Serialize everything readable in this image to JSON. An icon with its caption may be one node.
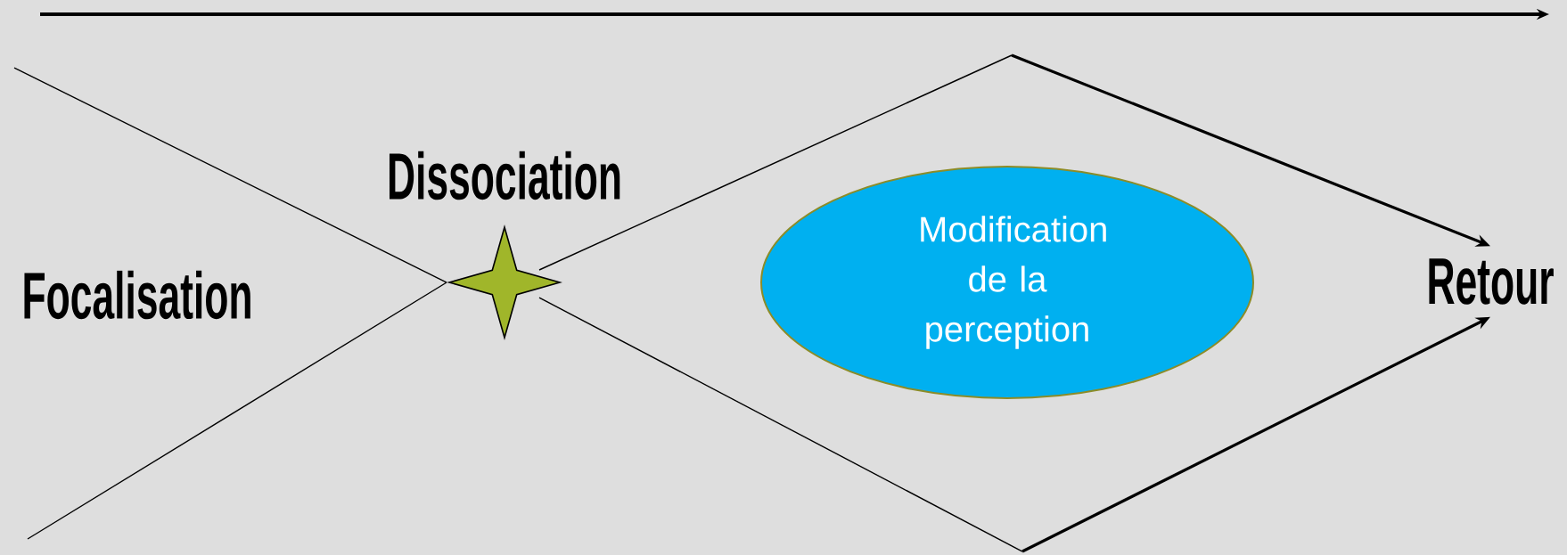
{
  "diagram": {
    "nodes": [
      {
        "text": [
          "Focalisation"
        ]
      },
      {
        "text": [
          "Dissociation"
        ]
      },
      {
        "text": [],
        "shape": "star"
      },
      {
        "text": [
          "Modification de la perception"
        ]
      },
      {
        "text": [
          "Retour"
        ]
      }
    ],
    "edges": [
      {
        "from": null,
        "to": 2,
        "arrow": "none"
      },
      {
        "from": null,
        "to": 2,
        "arrow": "none"
      },
      {
        "from": 2,
        "to": 4,
        "arrow": "to"
      },
      {
        "from": 2,
        "to": 4,
        "arrow": "to"
      }
    ]
  }
}
